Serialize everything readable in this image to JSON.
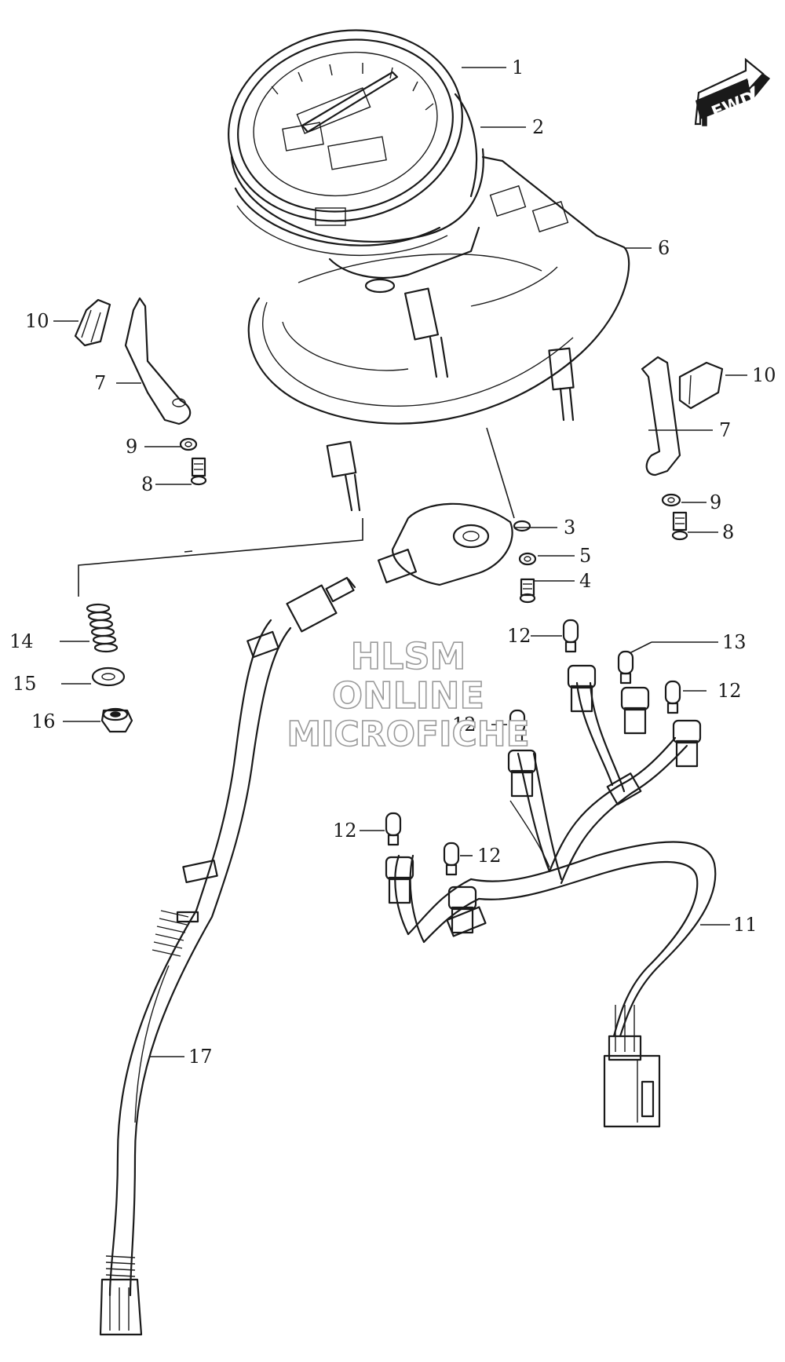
{
  "callouts": [
    {
      "id": "c1",
      "label": "1"
    },
    {
      "id": "c2",
      "label": "2"
    },
    {
      "id": "c3",
      "label": "3"
    },
    {
      "id": "c4",
      "label": "4"
    },
    {
      "id": "c5",
      "label": "5"
    },
    {
      "id": "c6",
      "label": "6"
    },
    {
      "id": "c7a",
      "label": "7"
    },
    {
      "id": "c7b",
      "label": "7"
    },
    {
      "id": "c8a",
      "label": "8"
    },
    {
      "id": "c8b",
      "label": "8"
    },
    {
      "id": "c9a",
      "label": "9"
    },
    {
      "id": "c9b",
      "label": "9"
    },
    {
      "id": "c10a",
      "label": "10"
    },
    {
      "id": "c10b",
      "label": "10"
    },
    {
      "id": "c11",
      "label": "11"
    },
    {
      "id": "c12a",
      "label": "12"
    },
    {
      "id": "c12b",
      "label": "12"
    },
    {
      "id": "c12c",
      "label": "12"
    },
    {
      "id": "c12d",
      "label": "12"
    },
    {
      "id": "c12e",
      "label": "12"
    },
    {
      "id": "c13",
      "label": "13"
    },
    {
      "id": "c14",
      "label": "14"
    },
    {
      "id": "c15",
      "label": "15"
    },
    {
      "id": "c16",
      "label": "16"
    },
    {
      "id": "c17",
      "label": "17"
    }
  ],
  "fwd_badge": {
    "text": "FWD",
    "icon": "forward-arrow-icon"
  },
  "watermark": {
    "line1": "HLSM",
    "line2": "ONLINE",
    "line3": "MICROFICHE"
  }
}
